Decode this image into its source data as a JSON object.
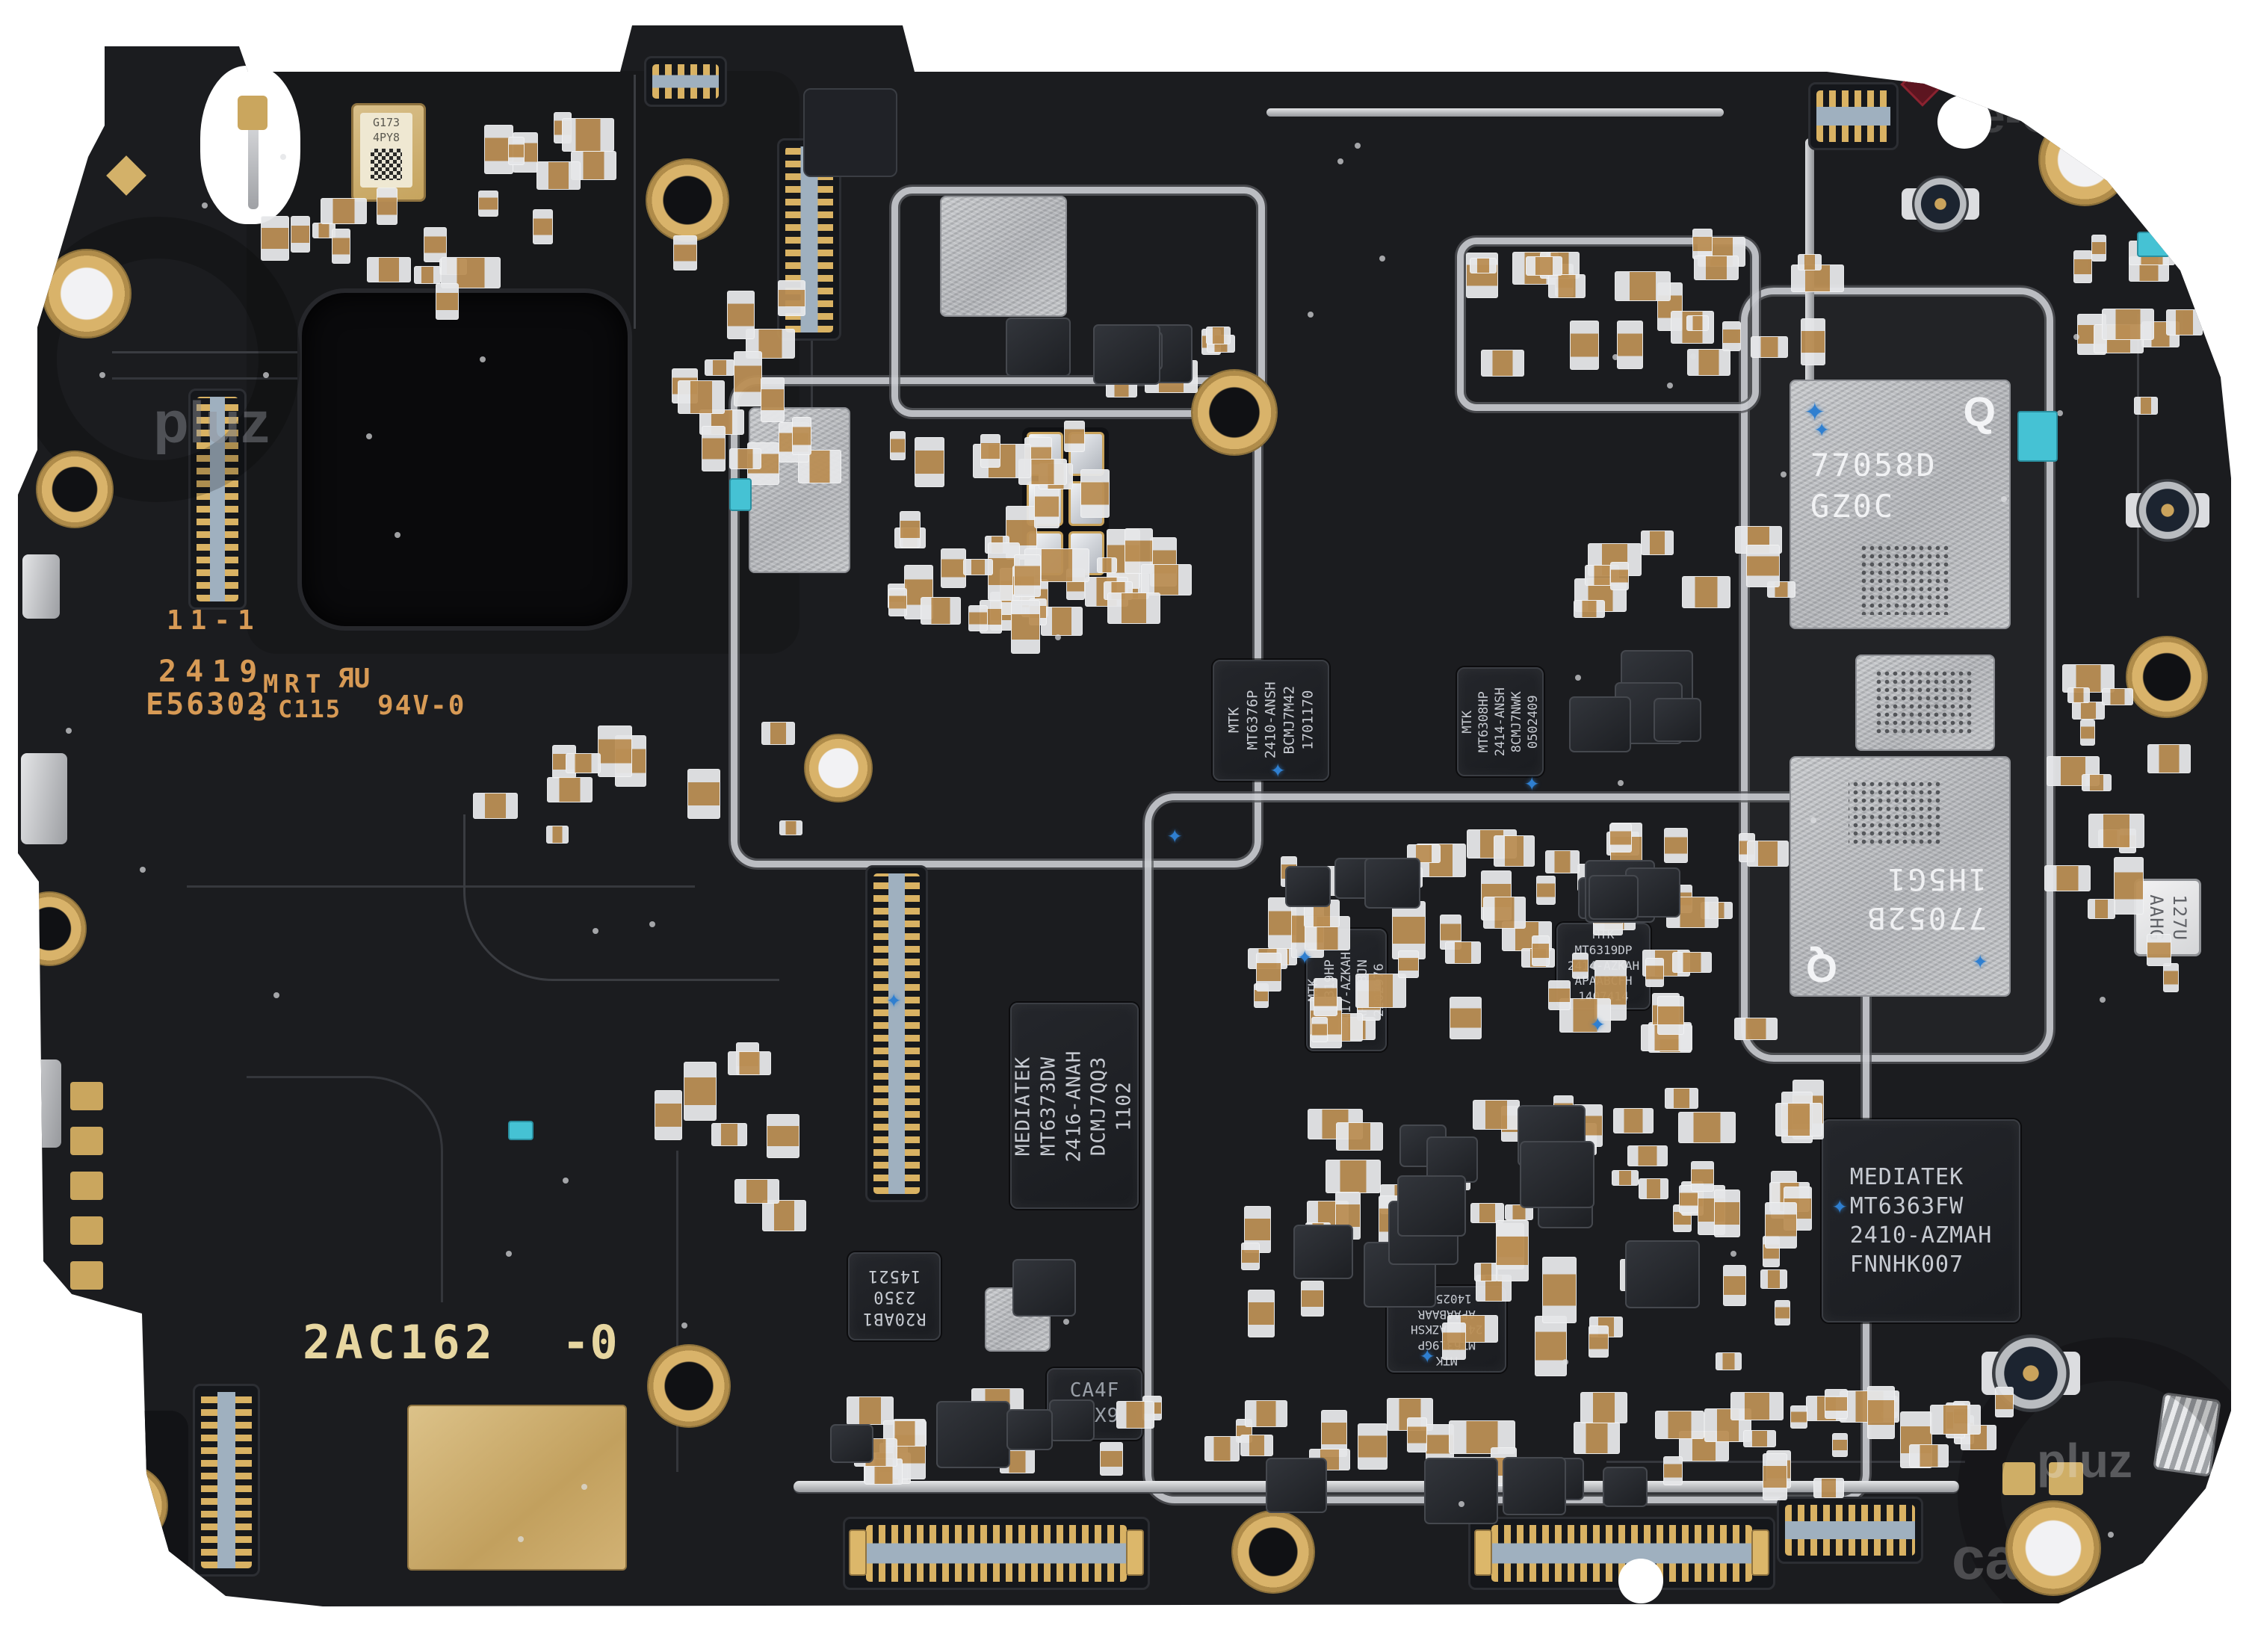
{
  "silkscreen": {
    "panel_id": "11-1",
    "date_code": "2419",
    "vendor": "MRT",
    "ul_mark": "ЯU",
    "board_code": "E56302",
    "rev": "3",
    "type_code": "C115",
    "flammability": "94V-0",
    "bottom_code": "2AC162",
    "bottom_rev": "-0"
  },
  "chips": {
    "qorvo_77058d": {
      "logo": "Q",
      "lines": [
        "77058D",
        "GZ0C"
      ]
    },
    "qorvo_77052b": {
      "logo": "Q",
      "lines": [
        "77052B",
        "1H5G1"
      ]
    },
    "mt6373": {
      "lines": [
        "MEDIATEK",
        "MT6373DW",
        "2416-ANAH",
        "DCMJ7QQ3",
        "1102"
      ]
    },
    "mt6363": {
      "lines": [
        "MEDIATEK",
        "MT6363FW",
        "2410-AZMAH",
        "FNNHK007"
      ]
    },
    "mt6376": {
      "lines": [
        "MTK",
        "MT6376P",
        "2410-ANSH",
        "BCMJ7M42",
        "1701170"
      ]
    },
    "mt6308": {
      "lines": [
        "MTK",
        "MT6308HP",
        "2414-ANSH",
        "8CMJ7NWK",
        "0502409"
      ]
    },
    "mt6319hp": {
      "lines": [
        "MTK",
        "MT6319HP",
        "2417-AZKAH",
        "APAA88JN",
        "2202976"
      ]
    },
    "mt6319dp": {
      "lines": [
        "MTK",
        "MT6319DP",
        "2414-AZKAH",
        "APAABCFH",
        "1407414"
      ]
    },
    "mt6319gp": {
      "lines": [
        "MTK",
        "MT6319GP",
        "2414-AZKSH",
        "APAABAAR",
        "1402509"
      ]
    },
    "r20ab1": {
      "lines": [
        "R20AB1",
        "2350",
        "14521"
      ]
    },
    "ca4f": {
      "lines": [
        "CA4F",
        "ABX9"
      ]
    },
    "microphone": {
      "lines": [
        "G173",
        "4PY8"
      ]
    },
    "crystal": {
      "lines": [
        "127U",
        "AAHG"
      ]
    }
  },
  "watermarks": {
    "top_left": "pluz",
    "top_right": "e-CO",
    "bottom_right": "pluz",
    "bottom_right_2": "ca"
  },
  "colors": {
    "board": "#1b1c1f",
    "silkscreen_orange": "#d79a55",
    "silkscreen_cream": "#e7d6a0",
    "gold": "#c9a35c",
    "connector_gold": "#d9b263",
    "shield_silver": "#c9cbd0",
    "chip_silver": "#bfc1c4",
    "chip_black": "#1e2025",
    "fiducial_blue": "#2f7fd0",
    "accent_cyan": "#45c2d4"
  }
}
